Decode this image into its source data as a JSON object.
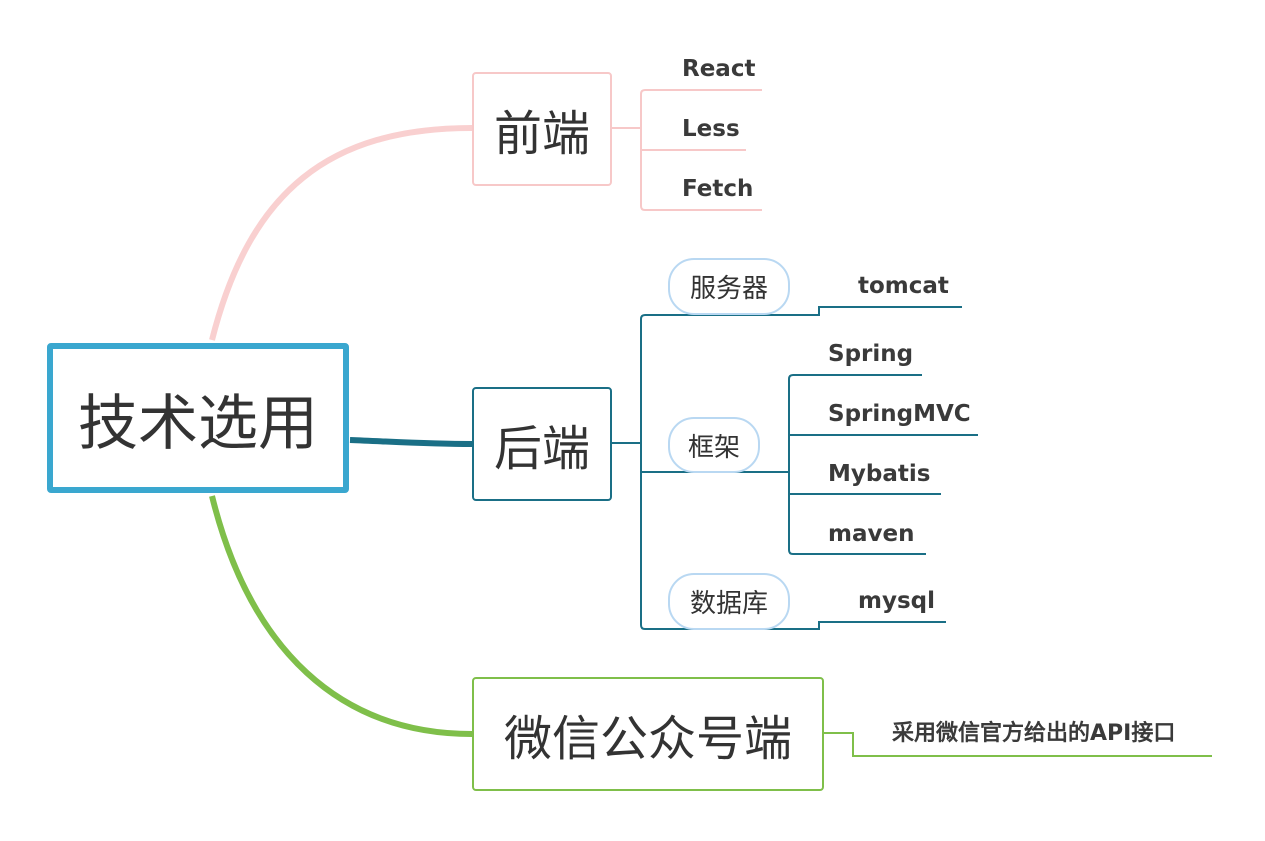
{
  "mindmap": {
    "root": {
      "label": "技术选用"
    },
    "frontend": {
      "label": "前端",
      "children": [
        "React",
        "Less",
        "Fetch"
      ]
    },
    "backend": {
      "label": "后端",
      "server": {
        "label": "服务器",
        "children": [
          "tomcat"
        ]
      },
      "framework": {
        "label": "框架",
        "children": [
          "Spring",
          "SpringMVC",
          "Mybatis",
          "maven"
        ]
      },
      "database": {
        "label": "数据库",
        "children": [
          "mysql"
        ]
      }
    },
    "wechat": {
      "label": "微信公众号端",
      "children": [
        "采用微信官方给出的API接口"
      ]
    }
  },
  "colors": {
    "root_border": "#3aa7cf",
    "frontend": "#f7c8c8",
    "backend": "#1a6f86",
    "wechat": "#7fbf4a",
    "pill_border": "#b9d8f2",
    "text": "#333333"
  }
}
